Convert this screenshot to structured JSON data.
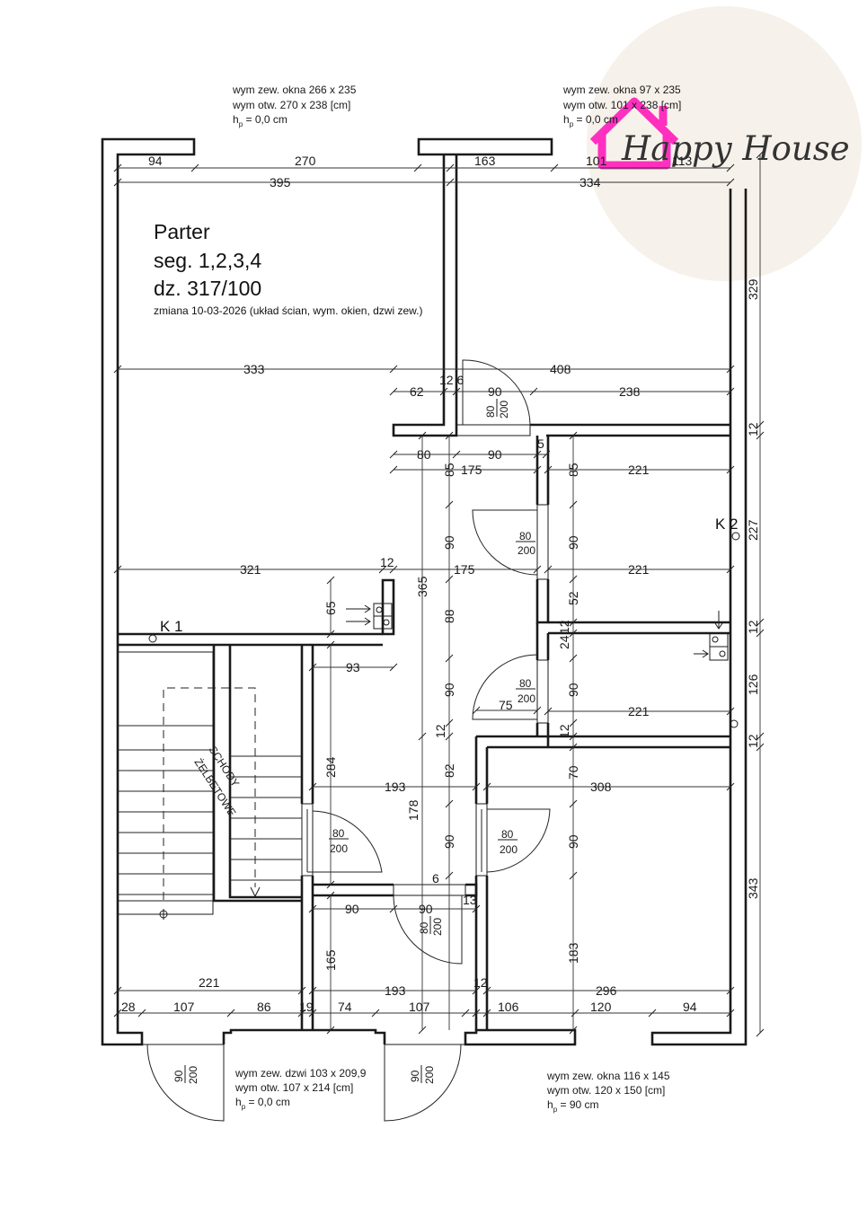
{
  "title": {
    "line1": "Parter",
    "line2": "seg. 1,2,3,4",
    "line3": "dz. 317/100",
    "change": "zmiana 10-03-2026 (układ ścian, wym. okien, dzwi zew.)"
  },
  "logo": {
    "text": "Happy House",
    "color": "#ff2fbf",
    "circle_color": "#f6f1ea"
  },
  "notes": {
    "win_top_left": {
      "l1": "wym zew. okna 266 x 235",
      "l2": "wym otw. 270 x 238 [cm]",
      "l3a": "h",
      "l3sub": "p",
      "l3b": " = 0,0 cm"
    },
    "win_top_right": {
      "l1": "wym zew. okna 97 x 235",
      "l2": "wym otw. 101 x 238 [cm]",
      "l3a": "h",
      "l3sub": "p",
      "l3b": " = 0,0 cm"
    },
    "door_bottom": {
      "l1": "wym zew. dzwi 103 x 209,9",
      "l2": "wym otw. 107 x 214 [cm]",
      "l3a": "h",
      "l3sub": "p",
      "l3b": " = 0,0 cm"
    },
    "win_bottom": {
      "l1": "wym zew. okna 116 x 145",
      "l2": "wym otw. 120 x 150 [cm]",
      "l3a": "h",
      "l3sub": "p",
      "l3b": " = 90 cm"
    }
  },
  "labels": {
    "k1": "K 1",
    "k2": "K 2",
    "stairs_1": "SCHODY",
    "stairs_2": "ŻELBETOWE"
  },
  "doors": {
    "d1": {
      "w": "80",
      "h": "200"
    },
    "d2": {
      "w": "80",
      "h": "200"
    },
    "d3": {
      "w": "80",
      "h": "200"
    },
    "d4": {
      "w": "80",
      "h": "200"
    },
    "d5": {
      "w": "80",
      "h": "200"
    },
    "d6": {
      "w": "80",
      "h": "200"
    },
    "d7": {
      "w": "90",
      "h": "200"
    },
    "d8": {
      "w": "90",
      "h": "200"
    }
  },
  "dims": {
    "top_94": "94",
    "top_270": "270",
    "top_163": "163",
    "top_101": "101",
    "top_113": "113",
    "top_395": "395",
    "top_334": "334",
    "h_333": "333",
    "h_408": "408",
    "h_126": "12 6",
    "h_62": "62",
    "h_90a": "90",
    "h_238": "238",
    "h_80": "80",
    "h_90b": "90",
    "h_5": "5",
    "h_175a": "175",
    "h_221a": "221",
    "h_321": "321",
    "h_12a": "12",
    "h_175b": "175",
    "h_221b": "221",
    "h_93": "93",
    "h_75": "75",
    "h_221c": "221",
    "h_193a": "193",
    "h_308": "308",
    "h_90c": "90",
    "h_90d": "90",
    "h_6": "6",
    "h_13": "13",
    "h_221d": "221",
    "h_193b": "193",
    "h_296": "296",
    "b_28": "28",
    "b_107a": "107",
    "b_86": "86",
    "b_19": "19",
    "b_74": "74",
    "b_107b": "107",
    "b_106": "106",
    "b_120": "120",
    "b_94": "94",
    "b_12": "12",
    "v_329": "329",
    "v_12a": "12",
    "v_227": "227",
    "v_12b": "12",
    "v_126": "126",
    "v_12c": "12",
    "v_343": "343",
    "v_65": "65",
    "v_284": "284",
    "v_165": "165",
    "v_365": "365",
    "v_178": "178",
    "c1_85": "85",
    "c1_90a": "90",
    "c1_88": "88",
    "c1_90b": "90",
    "c1_12": "12",
    "c1_82": "82",
    "c1_90c": "90",
    "c2_85": "85",
    "c2_90a": "90",
    "c2_52": "52",
    "c2_12": "12",
    "c2_24": "24",
    "c2_90b": "90",
    "c2_12b": "12",
    "c2_70": "70",
    "c2_90c": "90",
    "c2_183": "183"
  }
}
